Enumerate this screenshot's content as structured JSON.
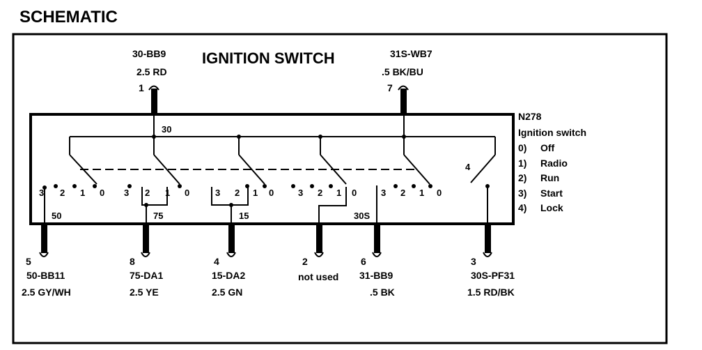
{
  "heading": "SCHEMATIC",
  "title": "IGNITION SWITCH",
  "top_connectors": [
    {
      "circuit": "30-BB9",
      "wire": "2.5 RD",
      "pin": "1"
    },
    {
      "circuit": "31S-WB7",
      "wire": ".5 BK/BU",
      "pin": "7"
    }
  ],
  "component": {
    "id": "N278",
    "name": "Ignition switch"
  },
  "positions": [
    {
      "code": "0)",
      "label": "Off"
    },
    {
      "code": "1)",
      "label": "Radio"
    },
    {
      "code": "2)",
      "label": "Run"
    },
    {
      "code": "3)",
      "label": "Start"
    },
    {
      "code": "4)",
      "label": "Lock"
    }
  ],
  "bus_label": "30",
  "contact_labels": [
    "3",
    "2",
    "1",
    "0"
  ],
  "lock_label": "4",
  "terminal_labels": [
    "50",
    "75",
    "15",
    "30S"
  ],
  "bottom_connectors": [
    {
      "pin": "5",
      "circuit": "50-BB11",
      "wire": "2.5 GY/WH"
    },
    {
      "pin": "8",
      "circuit": "75-DA1",
      "wire": "2.5 YE"
    },
    {
      "pin": "4",
      "circuit": "15-DA2",
      "wire": "2.5 GN"
    },
    {
      "pin": "2",
      "circuit": "not used",
      "wire": ""
    },
    {
      "pin": "6",
      "circuit": "31-BB9",
      "wire": ".5 BK"
    },
    {
      "pin": "3",
      "circuit": "30S-PF31",
      "wire": "1.5 RD/BK"
    }
  ]
}
